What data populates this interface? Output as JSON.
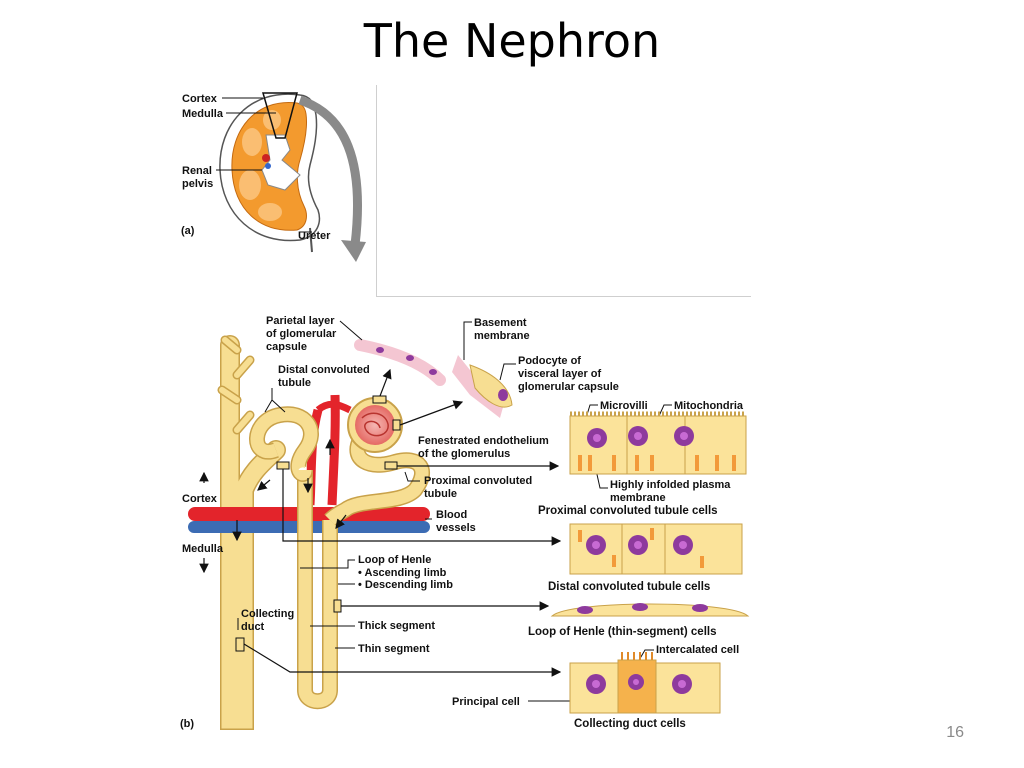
{
  "slide": {
    "title": "The Nephron",
    "number": "16"
  },
  "panel_a": {
    "tag": "(a)",
    "labels": {
      "cortex": "Cortex",
      "medulla": "Medulla",
      "renal1": "Renal",
      "renal2": "pelvis",
      "ureter": "Ureter"
    }
  },
  "panel_b": {
    "tag": "(b)",
    "labels": {
      "parietal1": "Parietal layer",
      "parietal2": "of glomerular",
      "parietal3": "capsule",
      "basement1": "Basement",
      "basement2": "membrane",
      "podocyte1": "Podocyte of",
      "podocyte2": "visceral layer of",
      "podocyte3": "glomerular capsule",
      "distal1": "Distal convoluted",
      "distal2": "tubule",
      "microvilli": "Microvilli",
      "mitochondria": "Mitochondria",
      "fenestrated1": "Fenestrated endothelium",
      "fenestrated2": "of the glomerulus",
      "proximal1": "Proximal convoluted",
      "proximal2": "tubule",
      "infolded1": "Highly infolded plasma",
      "infolded2": "membrane",
      "cortex": "Cortex",
      "medulla": "Medulla",
      "blood1": "Blood",
      "blood2": "vessels",
      "henle": "Loop of Henle",
      "ascending": "• Ascending limb",
      "descending": "• Descending limb",
      "collecting1": "Collecting",
      "collecting2": "duct",
      "thick": "Thick segment",
      "thin": "Thin segment",
      "intercalated": "Intercalated cell",
      "principal": "Principal cell"
    },
    "captions": {
      "pct": "Proximal convoluted tubule cells",
      "dct": "Distal convoluted tubule cells",
      "henle": "Loop of Henle (thin-segment) cells",
      "cd": "Collecting duct cells"
    }
  },
  "colors": {
    "tubule": "#f7de92",
    "tubule_edge": "#c9a24a",
    "kidney": "#f39a2e",
    "artery": "#e3242b",
    "vein": "#3c6cb4",
    "nucleus": "#8e3a9d",
    "cell": "#fbe39a"
  }
}
